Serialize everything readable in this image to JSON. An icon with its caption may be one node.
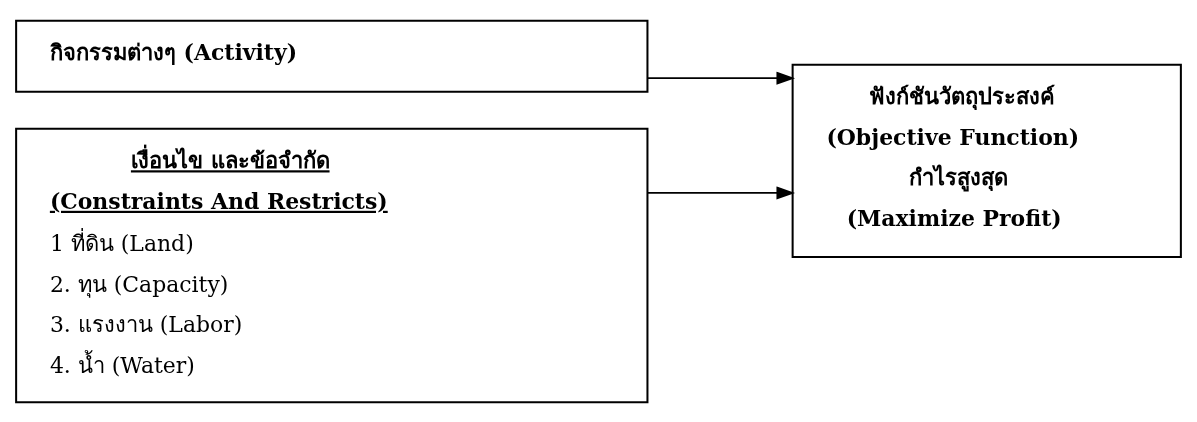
{
  "diagram": {
    "nodes": [
      {
        "text": [
          "กิจกรรมต่างๆ (Activity)"
        ]
      },
      {
        "text": [
          "เงื่อนไข และข้อจำกัด",
          "(Constraints And Restricts)",
          "1 ที่ดิน (Land)",
          "2. ทุน (Capacity)",
          "3. แรงงาน (Labor)",
          "4. น้ำ (Water)"
        ]
      },
      {
        "text": [
          "ฟังก์ชันวัตถุประสงค์",
          "(Objective Function)",
          "กำไรสูงสุด",
          "(Maximize Profit)"
        ]
      }
    ],
    "edges": [
      {
        "from": 0,
        "to": 2,
        "arrow": "to"
      },
      {
        "from": 1,
        "to": 2,
        "arrow": "to"
      }
    ]
  }
}
